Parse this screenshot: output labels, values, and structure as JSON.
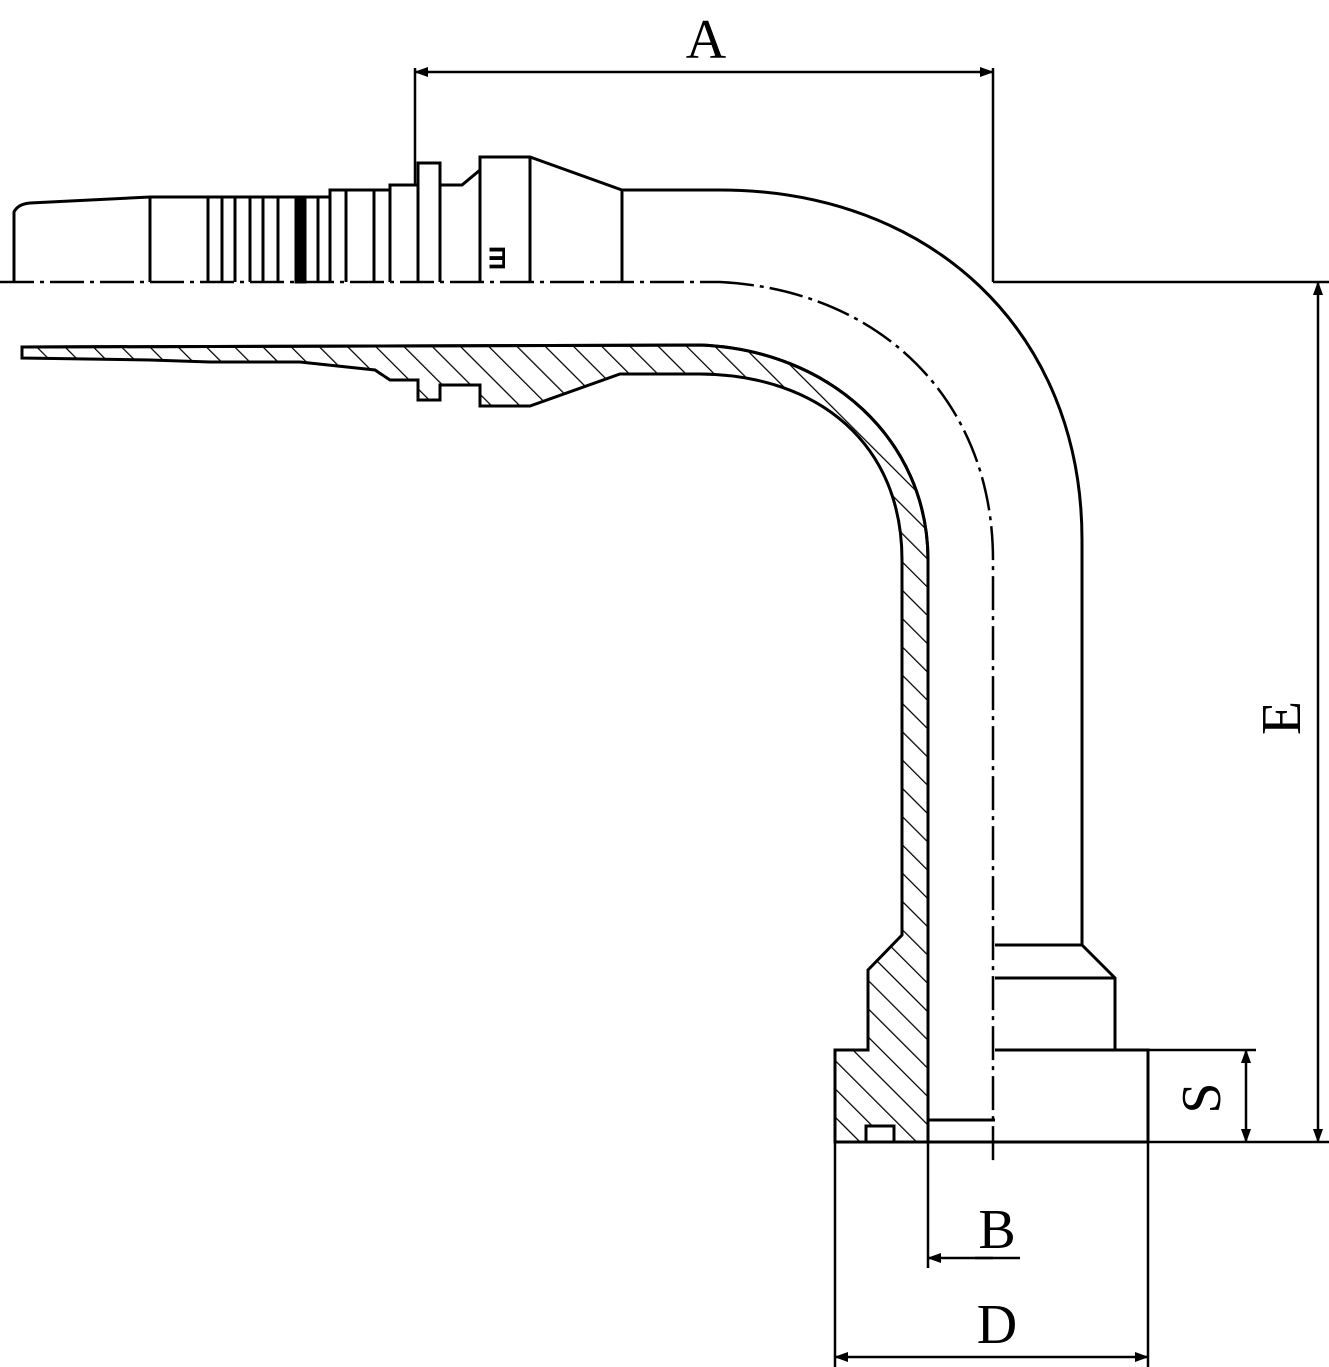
{
  "dimensions": {
    "a": "A",
    "b": "B",
    "d": "D",
    "e": "E",
    "s": "S"
  },
  "part_marking": "ш",
  "colors": {
    "line": "#000000",
    "background": "#ffffff"
  }
}
